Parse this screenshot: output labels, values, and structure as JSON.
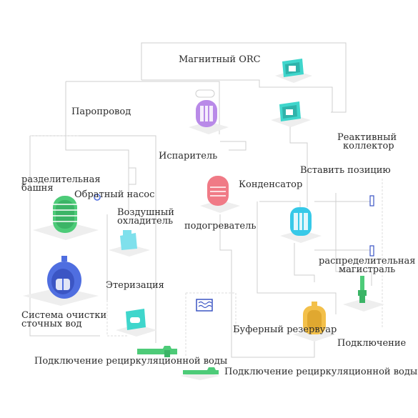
{
  "labels": {
    "magnetic_orc": "Магнитный ORC",
    "steam_line": "Паропровод",
    "reactive_collector_1": "Реактивный",
    "reactive_collector_2": "коллектор",
    "evaporator": "Испаритель",
    "insert_position": "Вставить позицию",
    "separation_tower_1": "разделительная",
    "separation_tower_2": "башня",
    "return_pump": "Обратный насос",
    "condenser": "Конденсатор",
    "air_cooler_1": "Воздушный",
    "air_cooler_2": "охладитель",
    "preheater": "подогреватель",
    "distribution_main_1": "распределительная",
    "distribution_main_2": "магистраль",
    "etherization": "Этеризация",
    "wastewater_1": "Система очистки",
    "wastewater_2": "сточных вод",
    "buffer_tank": "Буферный резервуар",
    "connection": "Подключение",
    "recirc_1": "Подключение рециркуляционной воды",
    "recirc_2": "Подключение рециркуляционной воды"
  },
  "colors": {
    "teal": "#3fd6cc",
    "purple": "#b98ae8",
    "red": "#f07a86",
    "green": "#4dcb78",
    "blue": "#4f6ee0",
    "cyan": "#37c9e8",
    "yellow": "#f3c04a",
    "line": "#cfcfcf",
    "platform": "#eeeeee"
  },
  "icons": [
    "teal-module-icon",
    "evaporator-icon",
    "preheater-icon",
    "separation-tower-icon",
    "air-cooler-icon",
    "wastewater-icon",
    "etherization-icon",
    "distribution-icon",
    "buffer-tank-icon",
    "connection-valve-icon",
    "recirculation-pipe-icon",
    "heat-exchanger-icon"
  ]
}
